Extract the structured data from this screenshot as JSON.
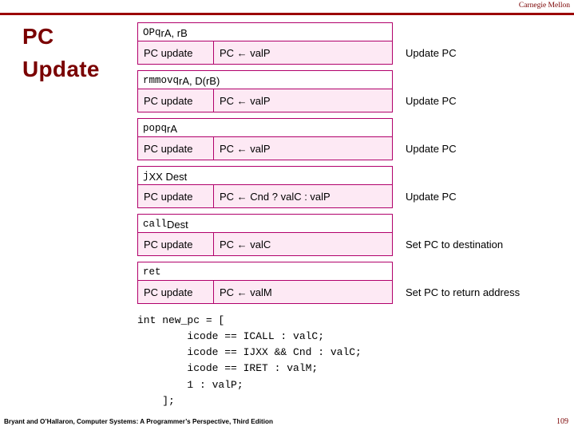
{
  "banner": {
    "institution": "Carnegie Mellon"
  },
  "title": {
    "line1": "PC",
    "line2": "Update"
  },
  "groups": [
    {
      "instruction_mono": "OPq",
      "instruction_sans": " rA, rB",
      "left_label": "PC update",
      "right_value": "PC ← valP",
      "note": "Update PC"
    },
    {
      "instruction_mono": "rmmovq",
      "instruction_sans": " rA, D(rB)",
      "left_label": "PC update",
      "right_value": "PC ← valP",
      "note": "Update PC"
    },
    {
      "instruction_mono": "popq",
      "instruction_sans": " rA",
      "left_label": "PC update",
      "right_value": "PC ← valP",
      "note": "Update PC"
    },
    {
      "instruction_mono": "j",
      "instruction_sans": "XX Dest",
      "left_label": "PC update",
      "right_value": "PC ← Cnd ? valC : valP",
      "note": "Update PC"
    },
    {
      "instruction_mono": "call",
      "instruction_sans": " Dest",
      "left_label": "PC update",
      "right_value": "PC ← valC",
      "note": "Set PC to destination"
    },
    {
      "instruction_mono": "ret",
      "instruction_sans": "",
      "left_label": "PC update",
      "right_value": "PC ← valM",
      "note": "Set PC to return address"
    }
  ],
  "code": "int new_pc = [\n        icode == ICALL : valC;\n        icode == IJXX && Cnd : valC;\n        icode == IRET : valM;\n        1 : valP;\n    ];",
  "footer": {
    "citation": "Bryant and O’Hallaron, Computer Systems: A Programmer’s Perspective, Third Edition",
    "page_number": "109"
  },
  "colors": {
    "accent": "#7a0000",
    "table_border": "#b1006b",
    "table_fill": "#fde9f4"
  }
}
